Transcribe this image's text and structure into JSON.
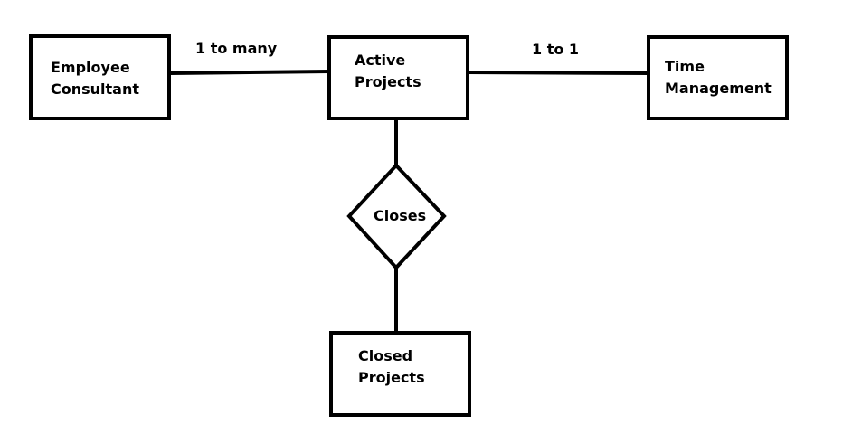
{
  "entities": {
    "employee_consultant": {
      "line1": "Employee",
      "line2": "Consultant"
    },
    "active_projects": {
      "line1": "Active",
      "line2": "Projects"
    },
    "time_management": {
      "line1": "Time",
      "line2": "Management"
    },
    "closed_projects": {
      "line1": "Closed",
      "line2": "Projects"
    }
  },
  "relationship": {
    "label": "Closes"
  },
  "connectors": {
    "employee_to_active": "1 to many",
    "active_to_time": "1 to 1"
  },
  "colors": {
    "stroke": "#000000",
    "background": "#ffffff",
    "text": "#000000"
  }
}
